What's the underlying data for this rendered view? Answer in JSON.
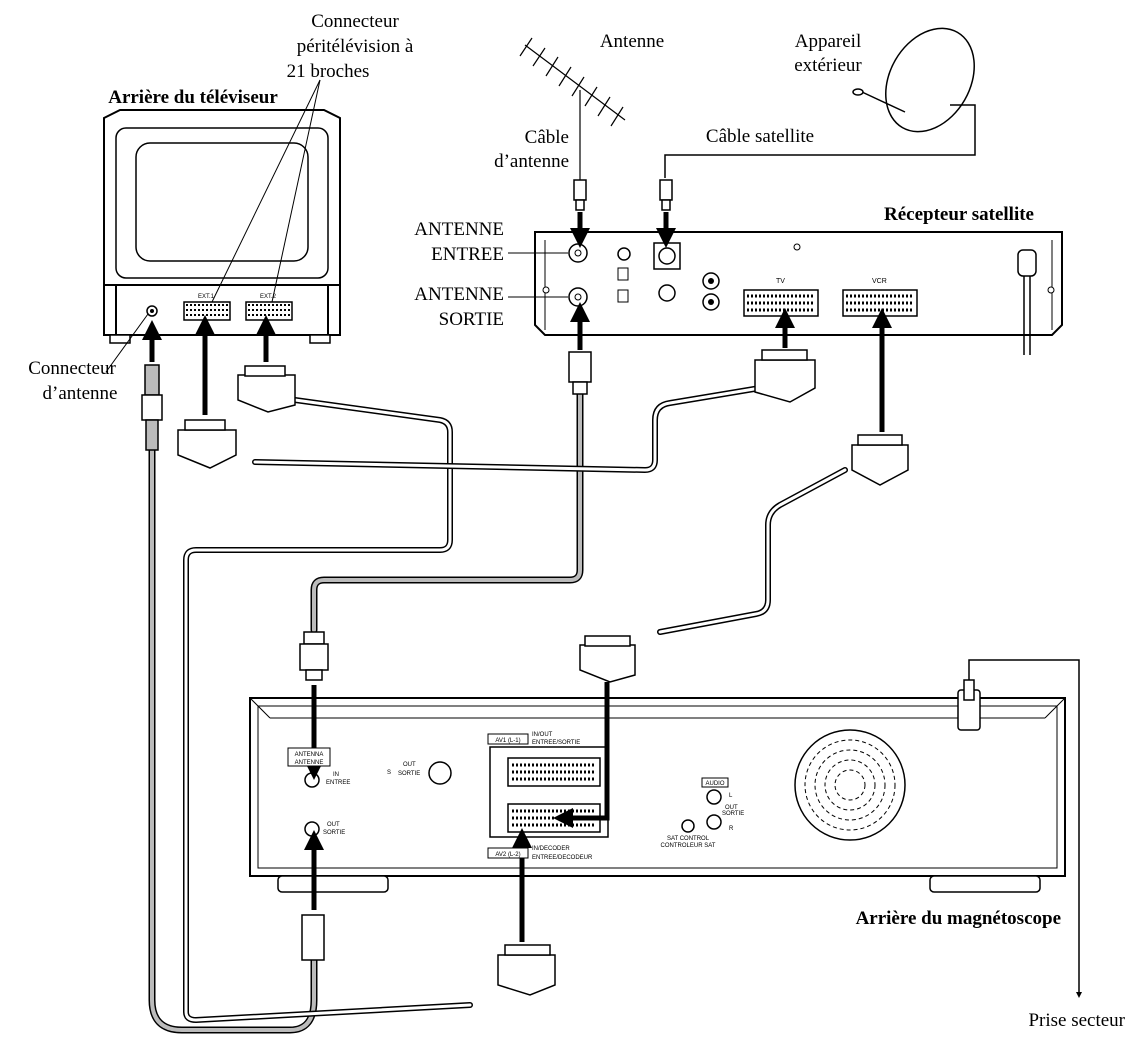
{
  "labels": {
    "connecteur_peritel": [
      "Connecteur",
      "péritélévision à",
      "21 broches"
    ],
    "antenne": "Antenne",
    "appareil_exterieur": [
      "Appareil",
      "extérieur"
    ],
    "arriere_tv": "Arrière du téléviseur",
    "cable_antenne": [
      "Câble",
      "d’antenne"
    ],
    "cable_satellite": "Câble satellite",
    "recepteur_satellite": "Récepteur satellite",
    "antenne_entree": [
      "ANTENNE",
      "ENTREE"
    ],
    "antenne_sortie": [
      "ANTENNE",
      "SORTIE"
    ],
    "connecteur_antenne": [
      "Connecteur",
      "d’antenne"
    ],
    "arriere_magnetoscope": "Arrière du magnétoscope",
    "prise_secteur": "Prise secteur"
  },
  "tv_panel": {
    "ext1": "EXT.1",
    "ext2": "EXT.2"
  },
  "sat_panel": {
    "tv": "TV",
    "vcr": "VCR"
  },
  "vcr_panel": {
    "antenna_box": [
      "ANTENNA",
      "ANTENNE"
    ],
    "in_entree": [
      "IN",
      "ENTREE"
    ],
    "out_sortie": [
      "OUT",
      "SORTIE"
    ],
    "s_label": "S",
    "s_out": [
      "OUT",
      "SORTIE"
    ],
    "av1_box": "AV1 (L-1)",
    "av1_desc": [
      "IN/OUT",
      "ENTREE/SORTIE"
    ],
    "av2_box": "AV2 (L-2)",
    "av2_desc": [
      "IN/DECODER",
      "ENTREE/DECODEUR"
    ],
    "audio_box": "AUDIO",
    "audio_l": "L",
    "audio_out": [
      "OUT",
      "SORTIE"
    ],
    "audio_r": "R",
    "sat_control": [
      "SAT CONTROL",
      "CONTROLEUR SAT"
    ]
  }
}
